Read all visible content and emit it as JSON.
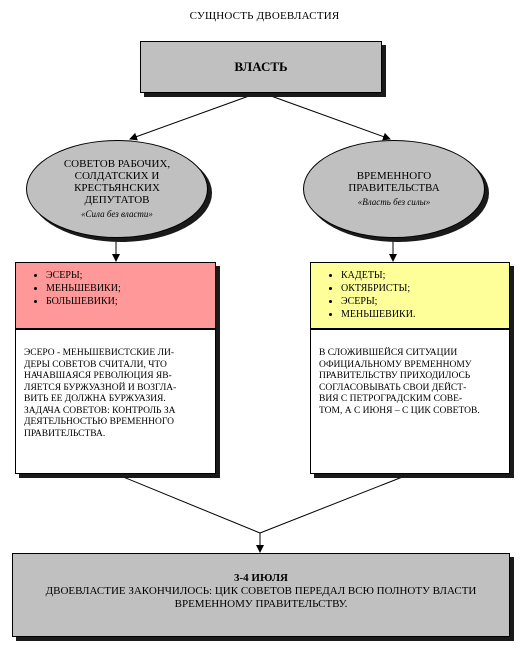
{
  "title": "СУЩНОСТЬ ДВОЕВЛАСТИЯ",
  "power": "ВЛАСТЬ",
  "left": {
    "ellipse_lines": [
      "СОВЕТОВ РАБОЧИХ,",
      "СОЛДАТСКИХ И",
      "КРЕСТЬЯНСКИХ",
      "ДЕПУТАТОВ"
    ],
    "ellipse_sub": "«Сила без власти»",
    "parties": [
      "ЭСЕРЫ;",
      "МЕНЬШЕВИКИ;",
      "БОЛЬШЕВИКИ;"
    ],
    "text_lines": [
      "ЭСЕРО - МЕНЬШЕВИСТСКИЕ ЛИ-",
      "ДЕРЫ СОВЕТОВ СЧИТАЛИ, ЧТО",
      "НАЧАВШАЯСЯ РЕВОЛЮЦИЯ ЯВ-",
      "ЛЯЕТСЯ БУРЖУАЗНОЙ И ВОЗГЛА-",
      "ВИТЬ ЕЕ ДОЛЖНА БУРЖУАЗИЯ.",
      "ЗАДАЧА СОВЕТОВ: КОНТРОЛЬ ЗА",
      "ДЕЯТЕЛЬНОСТЬЮ ВРЕМЕННОГО",
      "ПРАВИТЕЛЬСТВА."
    ]
  },
  "right": {
    "ellipse_lines": [
      "ВРЕМЕННОГО",
      "ПРАВИТЕЛЬСТВА"
    ],
    "ellipse_sub": "«Власть без силы»",
    "parties": [
      "КАДЕТЫ;",
      "ОКТЯБРИСТЫ;",
      "ЭСЕРЫ;",
      "МЕНЬШЕВИКИ."
    ],
    "text_lines": [
      "В СЛОЖИВШЕЙСЯ СИТУАЦИИ",
      "ОФИЦИАЛЬНОМУ ВРЕМЕННОМУ",
      "ПРАВИТЕЛЬСТВУ ПРИХОДИЛОСЬ",
      "СОГЛАСОВЫВАТЬ СВОИ ДЕЙСТ-",
      "ВИЯ С ПЕТРОГРАДСКИМ  СОВЕ-",
      "ТОМ, А С ИЮНЯ – С ЦИК СОВЕТОВ."
    ]
  },
  "bottom": {
    "heading": "3-4 ИЮЛЯ",
    "lines": [
      "ДВОЕВЛАСТИЕ ЗАКОНЧИЛОСЬ: ЦИК СОВЕТОВ ПЕРЕДАЛ ВСЮ ПОЛНОТУ ВЛАСТИ",
      "ВРЕМЕННОМУ ПРАВИТЕЛЬСТВУ."
    ]
  }
}
